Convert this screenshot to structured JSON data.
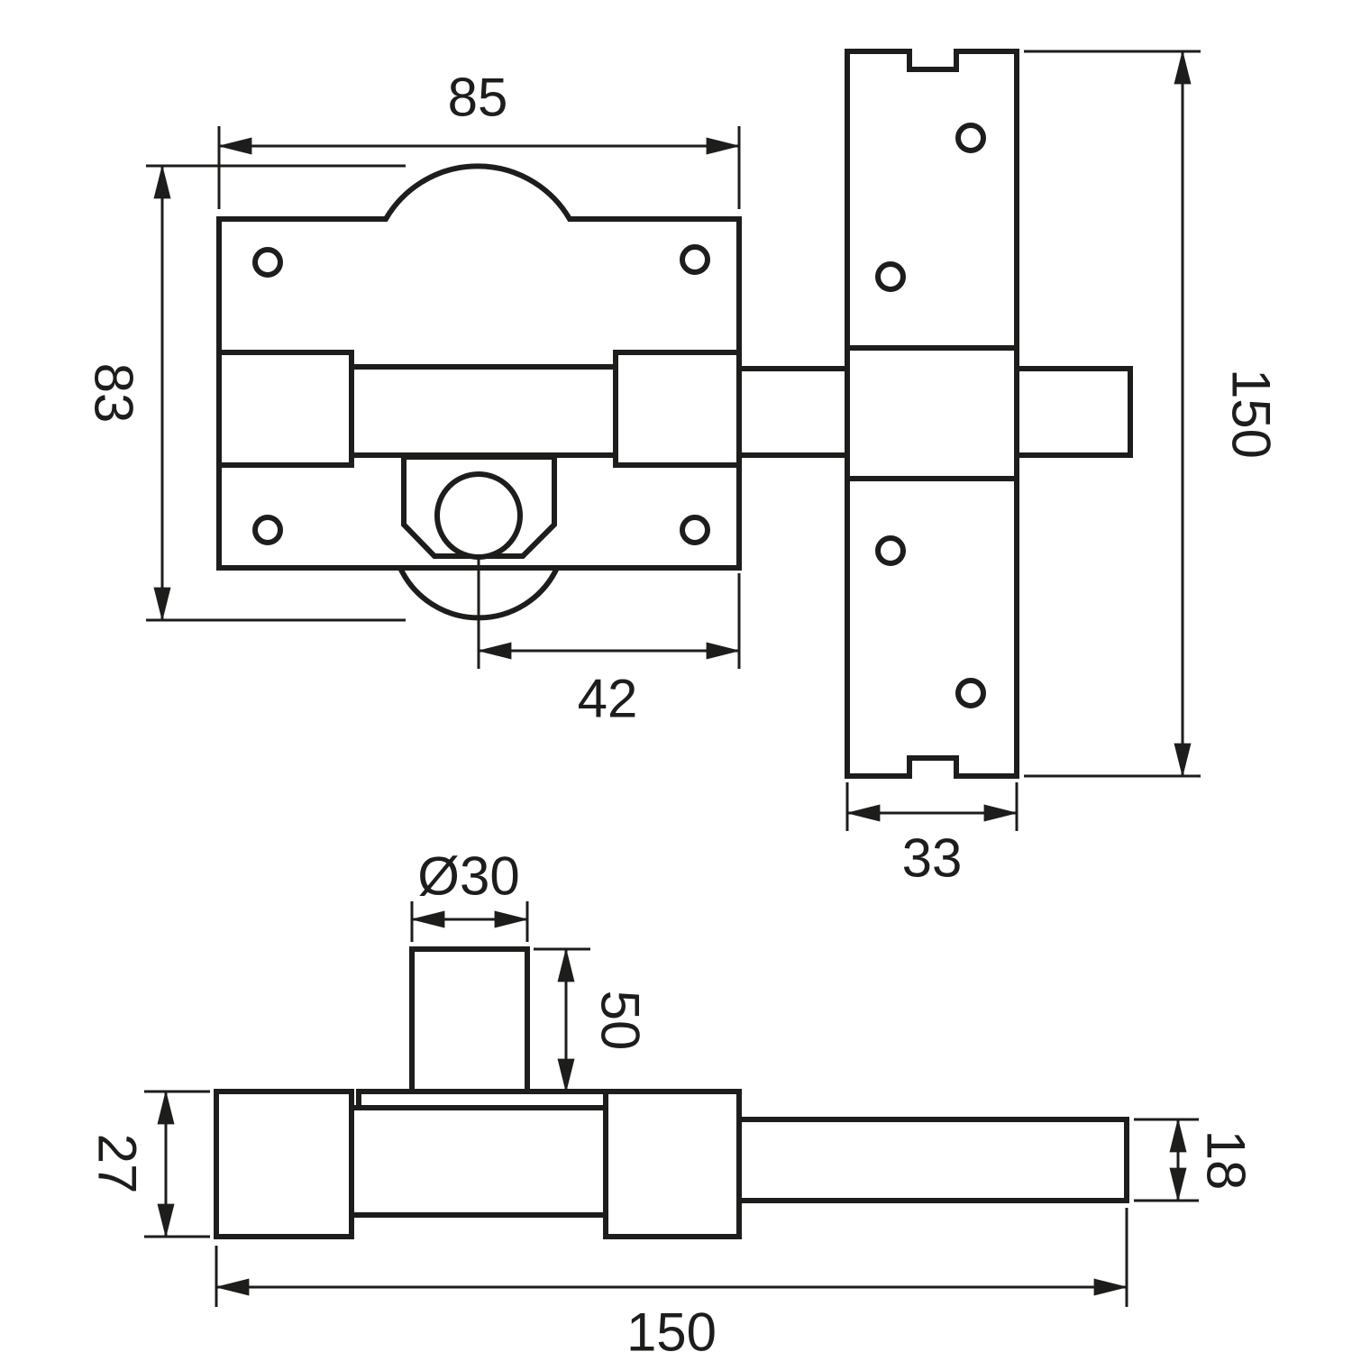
{
  "page": {
    "background": "#ffffff",
    "line_color": "#1d1d1b"
  },
  "drawing": {
    "type": "technical-drawing",
    "subject": "gate bolt lock with cylinder - dimensional diagram",
    "views": [
      {
        "id": "front",
        "name": "lock body front view"
      },
      {
        "id": "strike",
        "name": "strike plate view"
      },
      {
        "id": "side",
        "name": "side profile view"
      }
    ],
    "dimensions": {
      "front_plate_width": "85",
      "front_plate_height": "83",
      "cylinder_to_edge": "42",
      "strike_plate_height": "150",
      "strike_plate_width": "33",
      "cylinder_diameter": "Ø30",
      "cylinder_height": "50",
      "body_thickness": "27",
      "bolt_diameter": "18",
      "total_length": "150"
    }
  }
}
